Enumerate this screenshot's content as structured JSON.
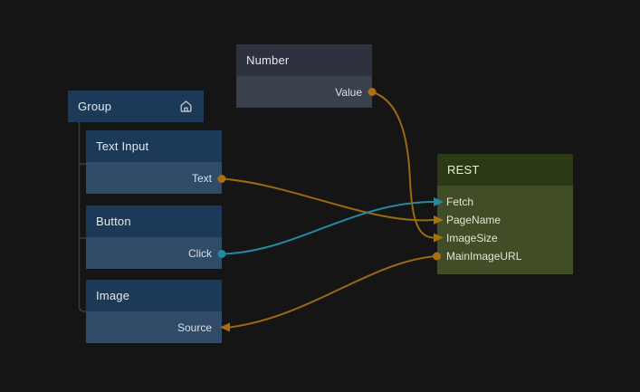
{
  "canvas": {
    "background": "#151515"
  },
  "colors": {
    "wire_orange": "#9a6a11",
    "wire_teal": "#1f8ca4",
    "dot_orange": "#a8700e",
    "dot_teal": "#1e8ba3",
    "tree_line": "#3c3c3c",
    "icon_stroke": "#cfd8de"
  },
  "nodes": {
    "group": {
      "title": "Group",
      "icon": "home-icon"
    },
    "number": {
      "title": "Number",
      "ports": {
        "value": "Value"
      }
    },
    "text_input": {
      "title": "Text Input",
      "ports": {
        "text": "Text"
      }
    },
    "button": {
      "title": "Button",
      "ports": {
        "click": "Click"
      }
    },
    "image": {
      "title": "Image",
      "ports": {
        "source": "Source"
      }
    },
    "rest": {
      "title": "REST",
      "ports": {
        "fetch": "Fetch",
        "page_name": "PageName",
        "image_size": "ImageSize",
        "main_image_url": "MainImageURL"
      }
    }
  },
  "connections": [
    {
      "from": "Text Input.Text",
      "to": "REST.PageName",
      "color": "orange"
    },
    {
      "from": "Button.Click",
      "to": "REST.Fetch",
      "color": "teal"
    },
    {
      "from": "Number.Value",
      "to": "REST.ImageSize",
      "color": "orange"
    },
    {
      "from": "REST.MainImageURL",
      "to": "Image.Source",
      "color": "orange"
    }
  ],
  "hierarchy": {
    "parent": "Group",
    "children": [
      "Text Input",
      "Button",
      "Image"
    ]
  }
}
